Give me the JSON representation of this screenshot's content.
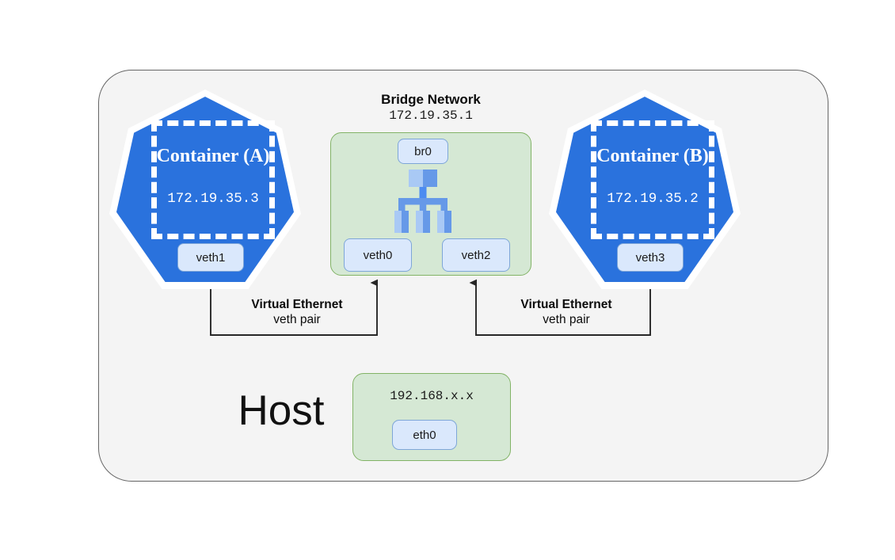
{
  "diagram": {
    "host": {
      "label": "Host",
      "network": {
        "ip": "192.168.x.x",
        "interface": "eth0"
      }
    },
    "bridge": {
      "title": "Bridge Network",
      "ip": "172.19.35.1",
      "bridge_device": "br0",
      "interfaces": [
        {
          "name": "veth0"
        },
        {
          "name": "veth2"
        }
      ],
      "icon": "sitemap-tree-icon"
    },
    "containers": [
      {
        "title": "Container (A)",
        "ip": "172.19.35.3",
        "interface": "veth1"
      },
      {
        "title": "Container (B)",
        "ip": "172.19.35.2",
        "interface": "veth3"
      }
    ],
    "connectors": [
      {
        "title": "Virtual Ethernet",
        "subtitle": "veth pair",
        "from": "veth1",
        "to": "veth0"
      },
      {
        "title": "Virtual Ethernet",
        "subtitle": "veth pair",
        "from": "veth3",
        "to": "veth2"
      }
    ]
  },
  "colors": {
    "container_blue": "#2a72dd",
    "network_green_fill": "#d5e8d4",
    "network_green_border": "#82b366",
    "interface_blue_fill": "#dae8fc",
    "interface_blue_border": "#7ea6d8",
    "host_fill": "#f4f4f4",
    "host_border": "#666666",
    "line": "#333333",
    "icon_light_blue": "#a9c9f5",
    "icon_mid_blue": "#6699e8"
  }
}
